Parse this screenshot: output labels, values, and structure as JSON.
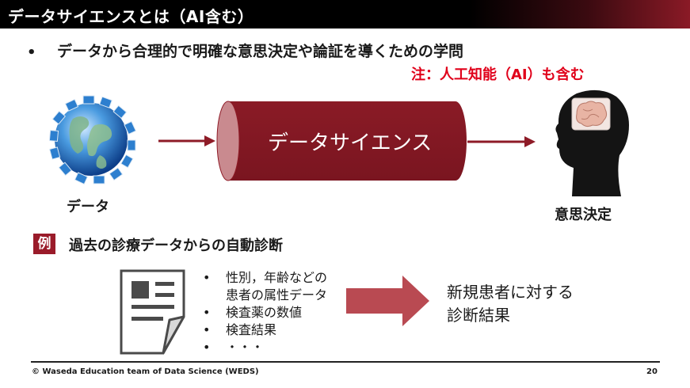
{
  "slide": {
    "title": "データサイエンスとは（AI含む）",
    "bullet_marker": "•",
    "bullet": "データから合理的で明確な意思決定や論証を導くための学問",
    "note": "注：人工知能（AI）も含む"
  },
  "diagram": {
    "input_label": "データ",
    "pipe_label": "データサイエンス",
    "output_label": "意思決定"
  },
  "example": {
    "badge": "例",
    "title": "過去の診療データからの自動診断",
    "items": [
      "性別，年齢などの",
      "患者の属性データ",
      "検査薬の数値",
      "検査結果",
      "・・・"
    ],
    "bullets": [
      "•",
      "",
      "•",
      "•",
      "•"
    ],
    "result_lines": [
      "新規患者に対する",
      "診断結果"
    ]
  },
  "footer": {
    "copyright": "© Waseda Education team of Data Science (WEDS)",
    "page": "20"
  },
  "colors": {
    "accent": "#8e1b27",
    "note": "#e0001a"
  }
}
